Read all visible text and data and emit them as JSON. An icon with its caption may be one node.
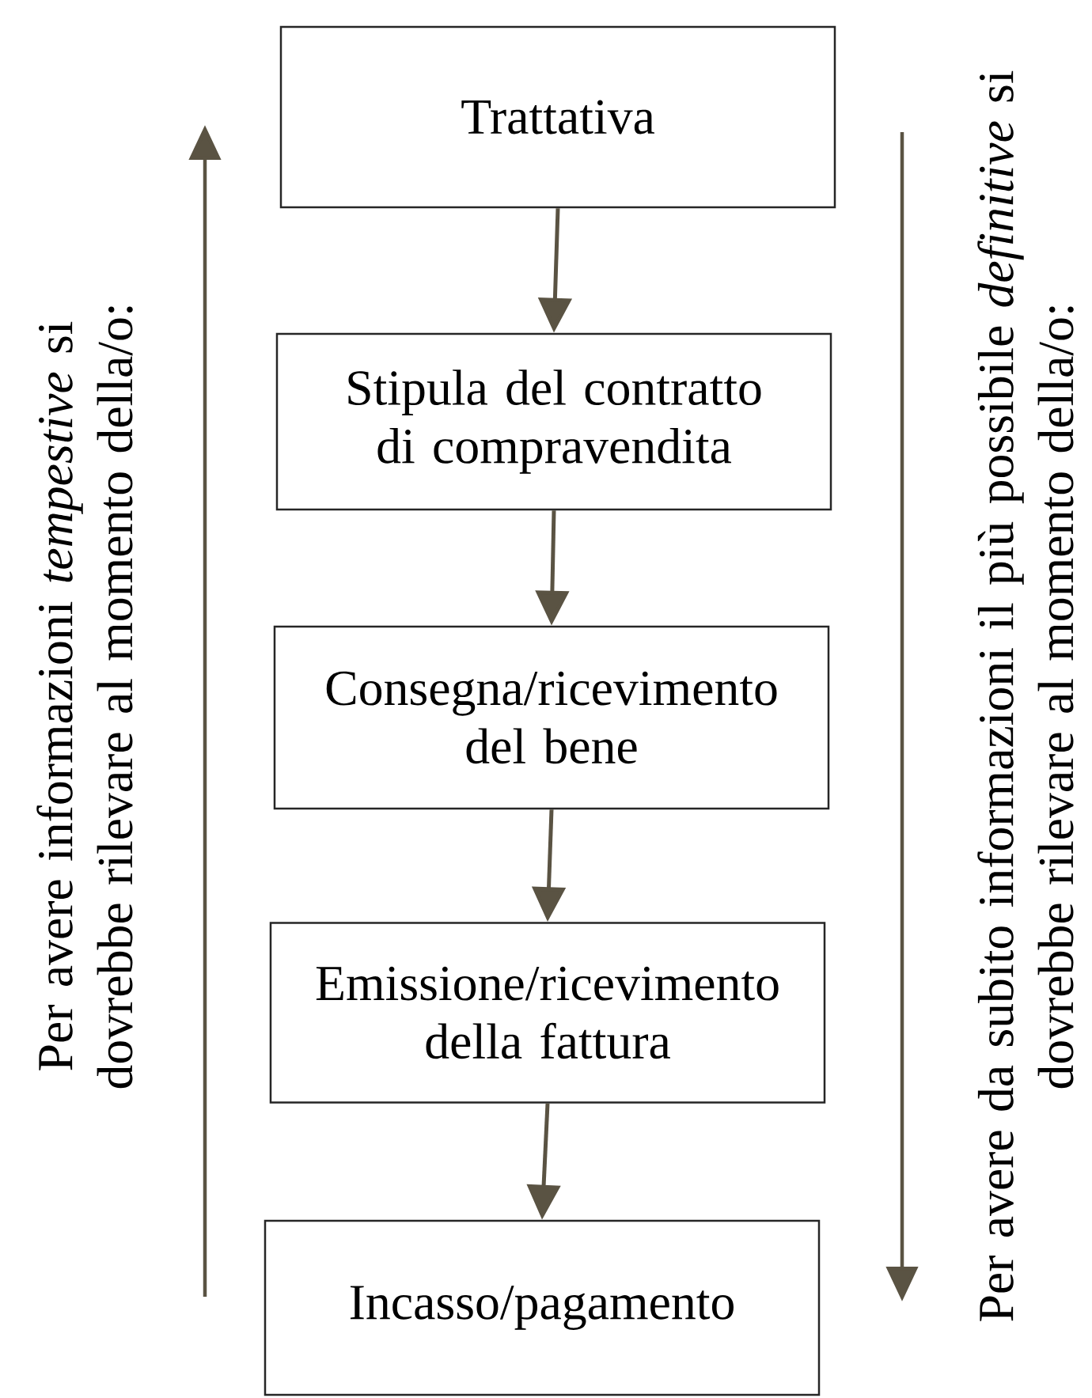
{
  "diagram": {
    "nodes": [
      {
        "text": [
          "Trattativa"
        ]
      },
      {
        "text": [
          "Stipula del contratto di compravendita"
        ]
      },
      {
        "text": [
          "Consegna/ricevimento del bene"
        ]
      },
      {
        "text": [
          "Emissione/ricevimento della fattura"
        ]
      },
      {
        "text": [
          "Incasso/pagamento"
        ]
      }
    ],
    "edges": [
      {
        "from": 0,
        "to": 1,
        "arrow": "to"
      },
      {
        "from": 1,
        "to": 2,
        "arrow": "to"
      },
      {
        "from": 2,
        "to": 3,
        "arrow": "to"
      },
      {
        "from": 3,
        "to": 4,
        "arrow": "to"
      }
    ],
    "labels": [
      "Per avere informazioni *tempestive* si dovrebbe rilevare al momento della/o:",
      "Per avere da subito informazioni il più possibile *definitive* si dovrebbe rilevare al momento della/o:"
    ]
  }
}
